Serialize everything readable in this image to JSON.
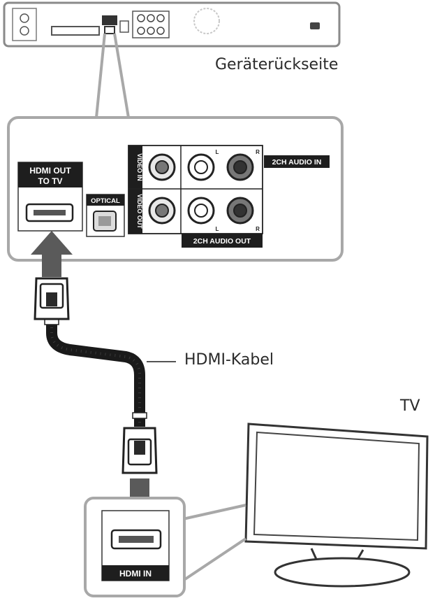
{
  "captions": {
    "rear_panel": "Geräterückseite",
    "cable": "HDMI-Kabel",
    "tv": "TV"
  },
  "rear_panel_labels": {
    "hdmi_out_line1": "HDMI OUT",
    "hdmi_out_line2": "TO TV",
    "optical": "OPTICAL",
    "video_in": "VIDEO IN",
    "video_out": "VIDEO OUT",
    "audio_in": "2CH AUDIO IN",
    "audio_out": "2CH AUDIO OUT",
    "left": "L",
    "right": "R"
  },
  "tv_labels": {
    "hdmi_in": "HDMI IN"
  },
  "colors": {
    "frame_gray": "#a8a8a8",
    "arrow_gray": "#5a5a5a",
    "cable_black": "#1a1a1a",
    "label_bg": "#1e1e1e"
  }
}
